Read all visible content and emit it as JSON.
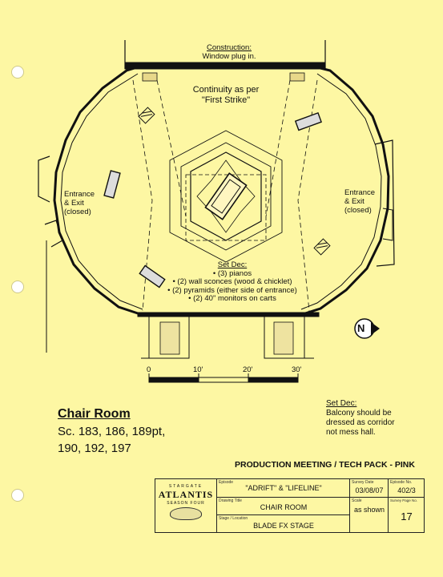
{
  "notes": {
    "construction_title": "Construction:",
    "construction_text": "Window plug in.",
    "continuity_line1": "Continuity as per",
    "continuity_line2": "\"First Strike\"",
    "entrance_left": [
      "Entrance",
      "& Exit",
      "(closed)"
    ],
    "entrance_right": [
      "Entrance",
      "& Exit",
      "(closed)"
    ],
    "set_dec_title": "Set Dec:",
    "set_dec_items": [
      "• (3) pianos",
      "• (2) wall sconces (wood & chicklet)",
      "• (2) pyramids (either side of entrance)",
      "• (2) 40\" monitors on carts"
    ],
    "north_label": "N"
  },
  "scale_bar": {
    "ticks": [
      "0",
      "10'",
      "20'",
      "30'"
    ]
  },
  "room": {
    "title": "Chair Room",
    "scenes_line1": "Sc. 183, 186, 189pt,",
    "scenes_line2": "190, 192, 197"
  },
  "balcony_note": {
    "title": "Set Dec:",
    "lines": [
      "Balcony should be",
      "dressed as corridor",
      "not mess hall."
    ]
  },
  "pack_header": "PRODUCTION MEETING / TECH PACK -  PINK",
  "title_block": {
    "logo_top": "STARGATE",
    "logo_main": "ATLANTIS",
    "logo_sub": "SEASON FOUR",
    "episode_label": "Episode",
    "episode_value": "\"ADRIFT\" & \"LIFELINE\"",
    "survey_date_label": "Survey Date",
    "survey_date_value": "03/08/07",
    "episode_no_label": "Episode No.",
    "episode_no_value": "402/3",
    "drawing_title_label": "Drawing Title",
    "drawing_title_value": "CHAIR ROOM",
    "scale_label": "Scale",
    "scale_value": "as shown",
    "survey_page_label": "Survey Page No.",
    "survey_page_value": "17",
    "stage_label": "Stage / Location",
    "stage_value": "BLADE FX STAGE"
  }
}
